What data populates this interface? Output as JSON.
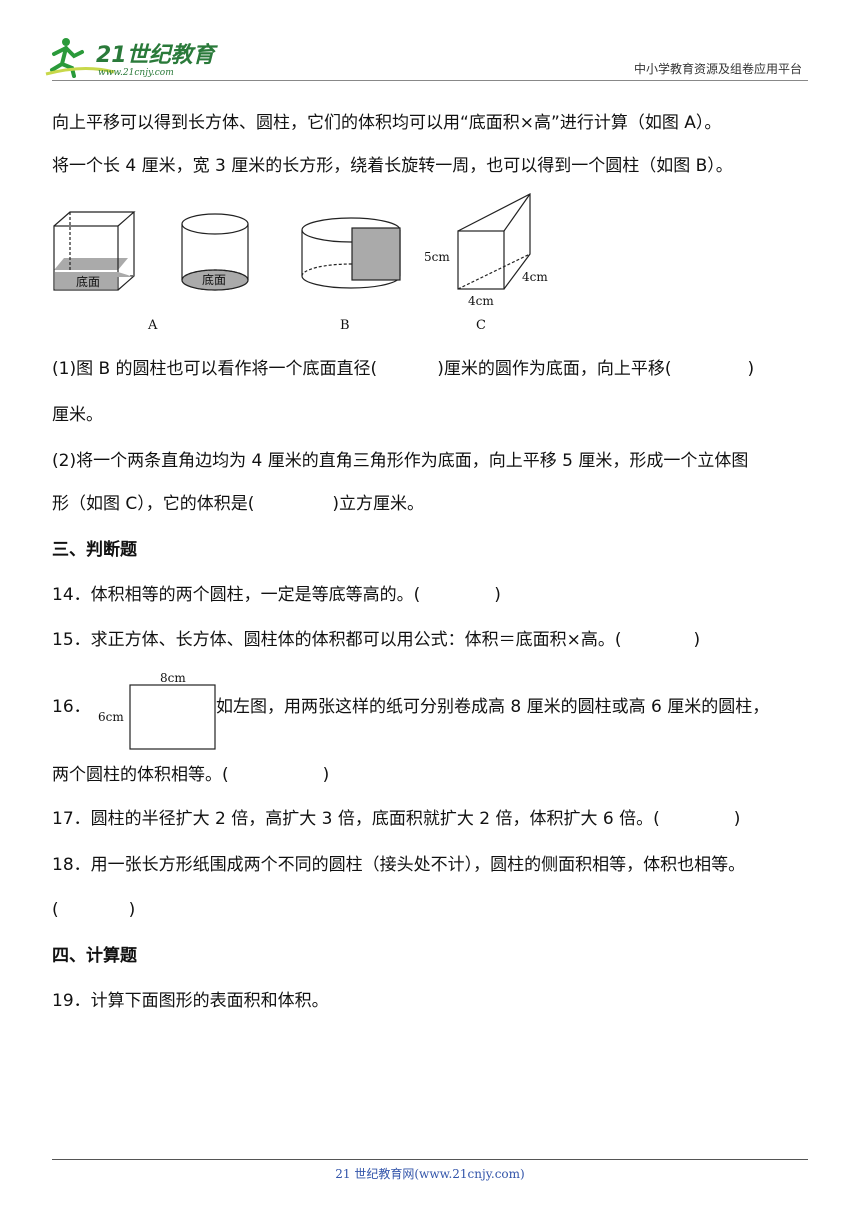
{
  "header": {
    "logo_text": "21世纪教育",
    "logo_url": "www.21cnjy.com",
    "right_text": "中小学教育资源及组卷应用平台"
  },
  "intro": {
    "line1": "向上平移可以得到长方体、圆柱，它们的体积均可以用“底面积×高”进行计算（如图 A）。",
    "line2": "将一个长 4 厘米，宽 3 厘米的长方形，绕着长旋转一周，也可以得到一个圆柱（如图 B）。"
  },
  "figures": {
    "base_label": "底面",
    "label_a": "A",
    "label_b": "B",
    "label_c": "C",
    "c_height": "5cm",
    "c_depth": "4cm",
    "c_width": "4cm"
  },
  "q13": {
    "p1_a": "(1)图 B 的圆柱也可以看作将一个底面直径(",
    "p1_b": ")厘米的圆作为底面，向上平移(",
    "p1_c": ")",
    "p1_d": "厘米。",
    "p2_a": "(2)将一个两条直角边均为 4 厘米的直角三角形作为底面，向上平移 5 厘米，形成一个立体图",
    "p2_b": "形（如图 C），它的体积是(",
    "p2_c": ")立方厘米。"
  },
  "section3": {
    "title": "三、判断题"
  },
  "q14": {
    "text": "14．体积相等的两个圆柱，一定是等底等高的。(",
    "close": ")"
  },
  "q15": {
    "text": "15．求正方体、长方体、圆柱体的体积都可以用公式：体积＝底面积×高。(",
    "close": ")"
  },
  "q16": {
    "num": "16．",
    "rect_w": "8cm",
    "rect_h": "6cm",
    "text": "如左图，用两张这样的纸可分别卷成高 8 厘米的圆柱或高 6 厘米的圆柱，",
    "line2": "两个圆柱的体积相等。(",
    "close": ")"
  },
  "q17": {
    "text": "17．圆柱的半径扩大 2 倍，高扩大 3 倍，底面积就扩大 2 倍，体积扩大 6 倍。(",
    "close": ")"
  },
  "q18": {
    "text": "18．用一张长方形纸围成两个不同的圆柱（接头处不计），圆柱的侧面积相等，体积也相等。",
    "open": "(",
    "close": ")"
  },
  "section4": {
    "title": "四、计算题"
  },
  "q19": {
    "text": "19．计算下面图形的表面积和体积。"
  },
  "footer": {
    "text": "21 世纪教育网(www.21cnjy.com)"
  }
}
